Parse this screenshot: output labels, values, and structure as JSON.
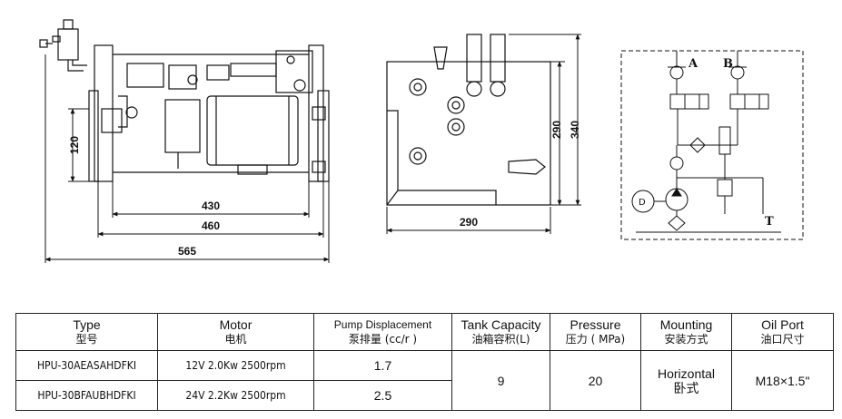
{
  "drawing": {
    "front_view": {
      "dim_height": "120",
      "dim_inner_width": "430",
      "dim_mid_width": "460",
      "dim_overall_width": "565"
    },
    "side_view": {
      "dim_width": "290",
      "dim_height": "290",
      "dim_overall_height": "340"
    },
    "schematic": {
      "port_a": "A",
      "port_b": "B",
      "port_t": "T"
    }
  },
  "table": {
    "headers": [
      {
        "en": "Type",
        "cn": "型号"
      },
      {
        "en": "Motor",
        "cn": "电机"
      },
      {
        "en": "Pump Displacement",
        "cn": "泵排量 (cc/r )"
      },
      {
        "en": "Tank Capacity",
        "cn": "油箱容积(L)"
      },
      {
        "en": "Pressure",
        "cn": "压力 ( MPa)"
      },
      {
        "en": "Mounting",
        "cn": "安装方式"
      },
      {
        "en": "Oil Port",
        "cn": "油口尺寸"
      }
    ],
    "rows": [
      {
        "type": "HPU-30AEASAHDFKI",
        "motor": "12V 2.0Kw 2500rpm",
        "displacement": "1.7"
      },
      {
        "type": "HPU-30BFAUBHDFKI",
        "motor": "24V 2.2Kw 2500rpm",
        "displacement": "2.5"
      }
    ],
    "tank_capacity": "9",
    "pressure": "20",
    "mounting_en": "Horizontal",
    "mounting_cn": "卧式",
    "oil_port": "M18×1.5\""
  }
}
